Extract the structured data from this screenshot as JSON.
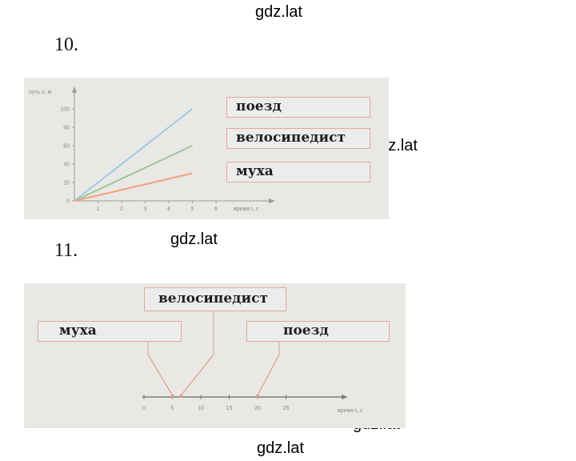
{
  "watermark": "gdz.lat",
  "problems": [
    {
      "number": "10."
    },
    {
      "number": "11."
    }
  ],
  "chart_data": {
    "type": "line",
    "ylabel": "путь s, м",
    "xlabel": "время t, с",
    "x_ticks": [
      "1",
      "2",
      "3",
      "4",
      "5",
      "6"
    ],
    "y_ticks": [
      "0",
      "20",
      "40",
      "60",
      "80",
      "100"
    ],
    "xlim": [
      0,
      6.5
    ],
    "ylim": [
      0,
      110
    ],
    "grid": false,
    "series": [
      {
        "x": [
          0,
          5
        ],
        "values": [
          0,
          100
        ],
        "color": "#9ccbe6"
      },
      {
        "x": [
          0,
          5
        ],
        "values": [
          0,
          60
        ],
        "color": "#9bc79c"
      },
      {
        "x": [
          0,
          5
        ],
        "values": [
          0,
          30
        ],
        "color": "#f0a27c"
      }
    ],
    "answer_labels": [
      "поезд",
      "велосипедист",
      "муха"
    ]
  },
  "speed_axis": {
    "axis_label": "время t, с",
    "ticks": [
      "0",
      "5",
      "10",
      "15",
      "20",
      "25"
    ],
    "boxes": {
      "cyclist": "велосипедист",
      "fly": "муха",
      "train": "поезд"
    },
    "pointers": {
      "fly": 5,
      "cyclist": 6.5,
      "train": 20
    }
  }
}
